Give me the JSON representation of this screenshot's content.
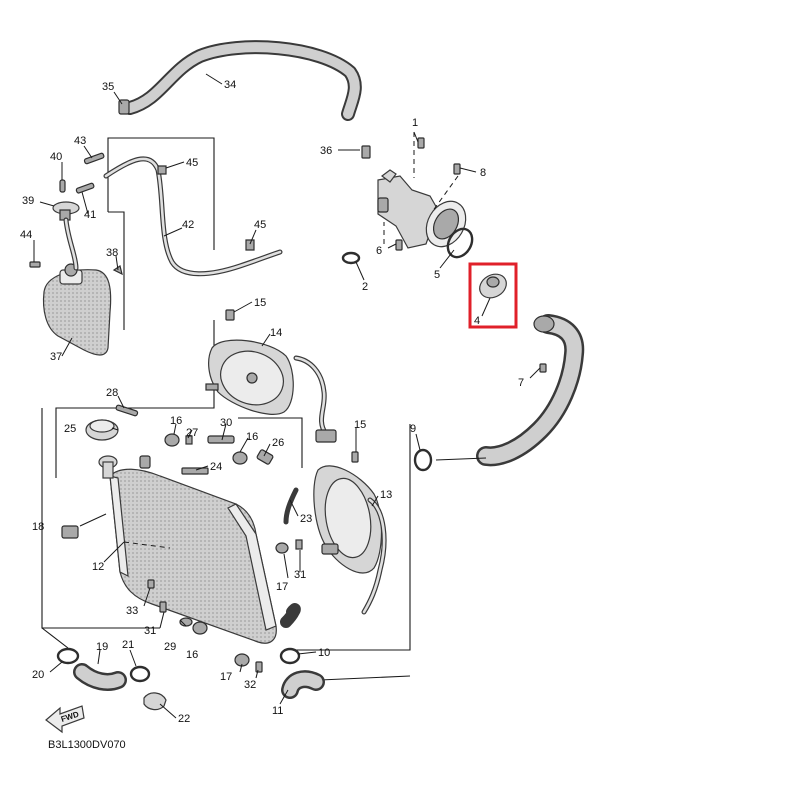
{
  "diagram": {
    "reference_code": "B3L1300DV070",
    "fwd_label": "FWD",
    "highlighted_callout": "4",
    "highlight_color": "#e0202a",
    "callouts": {
      "c1": "1",
      "c2": "2",
      "c4": "4",
      "c5": "5",
      "c6": "6",
      "c7": "7",
      "c8": "8",
      "c9": "9",
      "c10": "10",
      "c11": "11",
      "c12": "12",
      "c13": "13",
      "c14": "14",
      "c15a": "15",
      "c15b": "15",
      "c16a": "16",
      "c16b": "16",
      "c16c": "16",
      "c17a": "17",
      "c17b": "17",
      "c18": "18",
      "c19": "19",
      "c20": "20",
      "c21": "21",
      "c22": "22",
      "c23": "23",
      "c24": "24",
      "c25": "25",
      "c26": "26",
      "c27": "27",
      "c28": "28",
      "c29": "29",
      "c30": "30",
      "c31a": "31",
      "c31b": "31",
      "c32": "32",
      "c33": "33",
      "c34": "34",
      "c35": "35",
      "c36": "36",
      "c37": "37",
      "c38": "38",
      "c39": "39",
      "c40": "40",
      "c41": "41",
      "c42": "42",
      "c43": "43",
      "c44": "44",
      "c45a": "45",
      "c45b": "45"
    }
  }
}
